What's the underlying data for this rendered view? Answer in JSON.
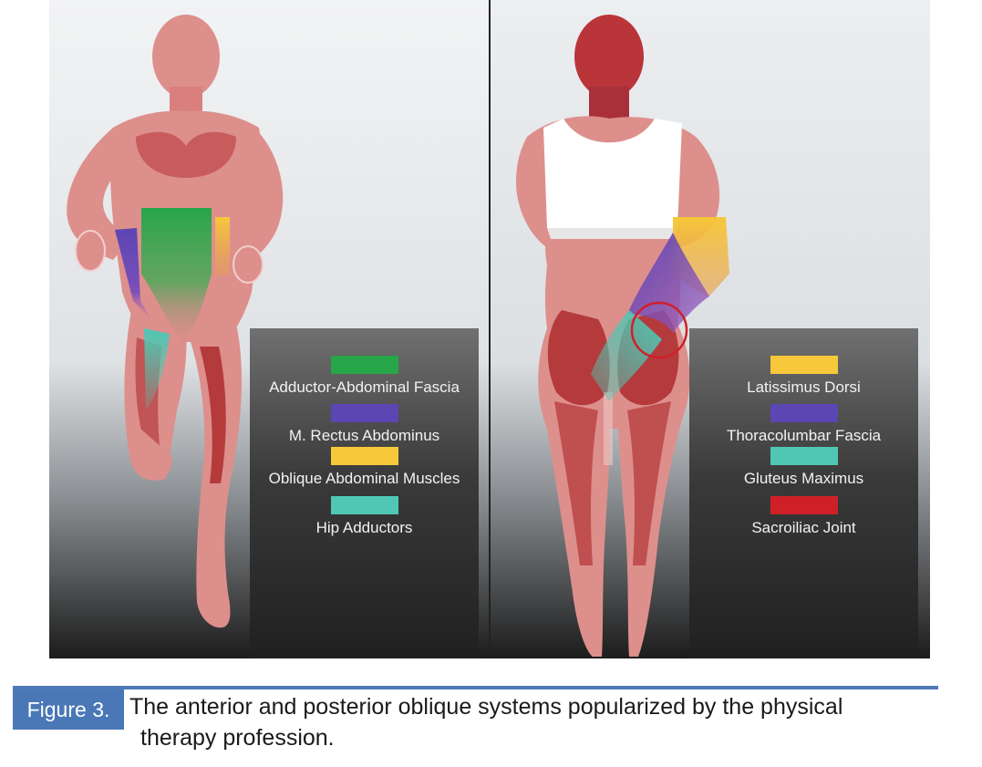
{
  "figure": {
    "anterior_legend": [
      {
        "label": "Adductor-Abdominal Fascia",
        "color": "#27a64a"
      },
      {
        "label": "M. Rectus Abdominus",
        "color": "#5b46b4"
      },
      {
        "label": "Oblique Abdominal Muscles",
        "color": "#f6c83a"
      },
      {
        "label": "Hip Adductors",
        "color": "#4fc7b4"
      }
    ],
    "posterior_legend": [
      {
        "label": "Latissimus Dorsi",
        "color": "#f6c83a"
      },
      {
        "label": "Thoracolumbar Fascia",
        "color": "#5b46b4"
      },
      {
        "label": "Gluteus Maximus",
        "color": "#4fc7b4"
      },
      {
        "label": "Sacroiliac Joint",
        "color": "#cf2027"
      }
    ],
    "colors": {
      "skin": "#dd8f8c",
      "muscle": "#b53a3c",
      "head_posterior": "#b9353a",
      "caption_blue": "#4a78b6"
    }
  },
  "caption": {
    "label": "Figure 3.",
    "line1": "The anterior and posterior oblique systems popularized by the physical",
    "line2": "therapy profession."
  }
}
